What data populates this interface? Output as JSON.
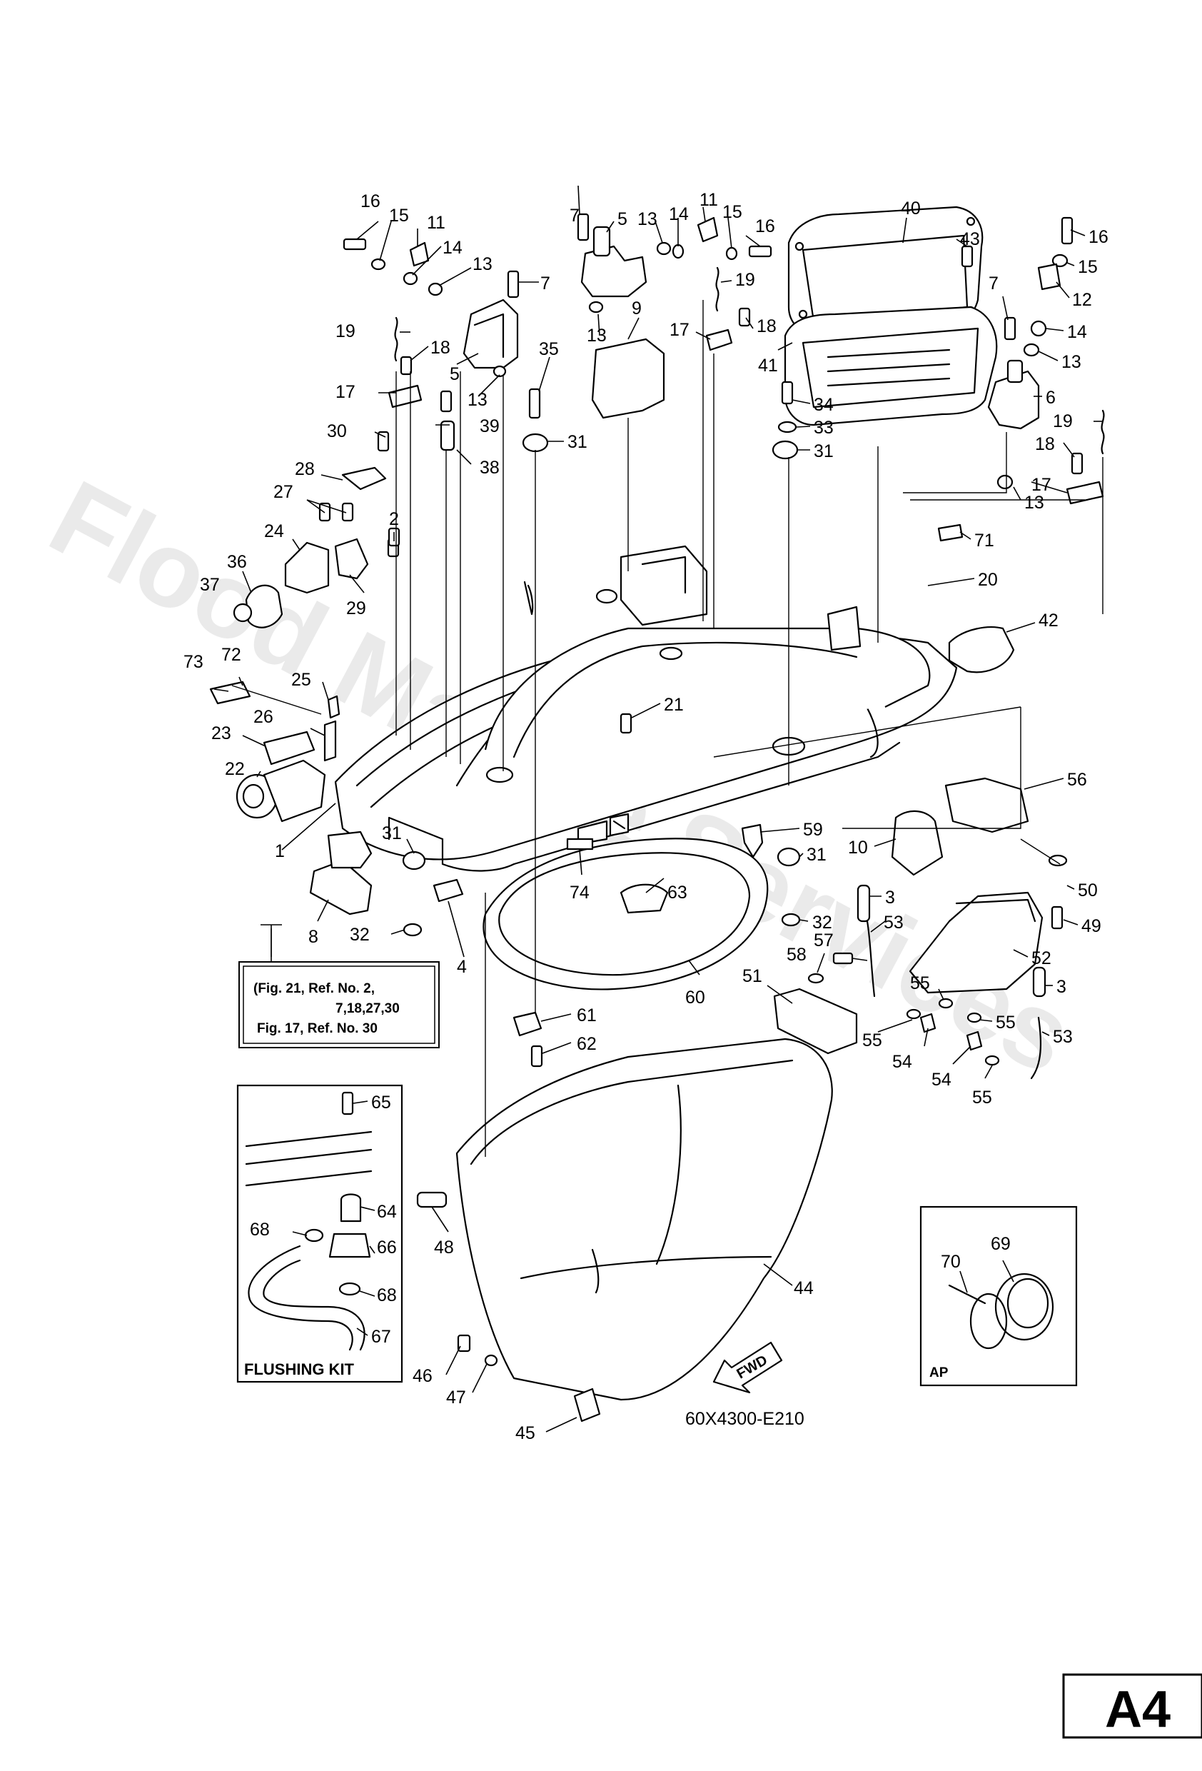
{
  "watermark": "Flood Marine Services",
  "drawing_code": "60X4300-E210",
  "page_label": "A4",
  "fwd_label": "FWD",
  "reference_box": {
    "line1": "(Fig. 21, Ref. No. 2,",
    "line2": "7,18,27,30",
    "line3": "Fig. 17, Ref. No. 30"
  },
  "flushing_kit": {
    "title": "FLUSHING KIT"
  },
  "ap_box": {
    "label": "AP"
  },
  "callouts": [
    {
      "id": "c16a",
      "text": "16"
    },
    {
      "id": "c15a",
      "text": "15"
    },
    {
      "id": "c11a",
      "text": "11"
    },
    {
      "id": "c14a",
      "text": "14"
    },
    {
      "id": "c13a",
      "text": "13"
    },
    {
      "id": "c7a",
      "text": "7"
    },
    {
      "id": "c19a",
      "text": "19"
    },
    {
      "id": "c18a",
      "text": "18"
    },
    {
      "id": "c5a",
      "text": "5"
    },
    {
      "id": "c13b",
      "text": "13"
    },
    {
      "id": "c17a",
      "text": "17"
    },
    {
      "id": "c39",
      "text": "39"
    },
    {
      "id": "c30",
      "text": "30"
    },
    {
      "id": "c38",
      "text": "38"
    },
    {
      "id": "c28",
      "text": "28"
    },
    {
      "id": "c35",
      "text": "35"
    },
    {
      "id": "c31a",
      "text": "31"
    },
    {
      "id": "c27",
      "text": "27"
    },
    {
      "id": "c2",
      "text": "2"
    },
    {
      "id": "c24",
      "text": "24"
    },
    {
      "id": "c29",
      "text": "29"
    },
    {
      "id": "c36",
      "text": "36"
    },
    {
      "id": "c37",
      "text": "37"
    },
    {
      "id": "c73",
      "text": "73"
    },
    {
      "id": "c72",
      "text": "72"
    },
    {
      "id": "c25",
      "text": "25"
    },
    {
      "id": "c26",
      "text": "26"
    },
    {
      "id": "c23",
      "text": "23"
    },
    {
      "id": "c22",
      "text": "22"
    },
    {
      "id": "c1",
      "text": "1"
    },
    {
      "id": "c31b",
      "text": "31"
    },
    {
      "id": "c8",
      "text": "8"
    },
    {
      "id": "c32a",
      "text": "32"
    },
    {
      "id": "c4",
      "text": "4"
    },
    {
      "id": "c7b",
      "text": "7"
    },
    {
      "id": "c5b",
      "text": "5"
    },
    {
      "id": "c13c",
      "text": "13"
    },
    {
      "id": "c14b",
      "text": "14"
    },
    {
      "id": "c11b",
      "text": "11"
    },
    {
      "id": "c15b",
      "text": "15"
    },
    {
      "id": "c16b",
      "text": "16"
    },
    {
      "id": "c19b",
      "text": "19"
    },
    {
      "id": "c13d",
      "text": "13"
    },
    {
      "id": "c9",
      "text": "9"
    },
    {
      "id": "c17b",
      "text": "17"
    },
    {
      "id": "c18b",
      "text": "18"
    },
    {
      "id": "c40",
      "text": "40"
    },
    {
      "id": "c43",
      "text": "43"
    },
    {
      "id": "c41",
      "text": "41"
    },
    {
      "id": "c16c",
      "text": "16"
    },
    {
      "id": "c15c",
      "text": "15"
    },
    {
      "id": "c12",
      "text": "12"
    },
    {
      "id": "c7c",
      "text": "7"
    },
    {
      "id": "c14c",
      "text": "14"
    },
    {
      "id": "c13e",
      "text": "13"
    },
    {
      "id": "c6",
      "text": "6"
    },
    {
      "id": "c19c",
      "text": "19"
    },
    {
      "id": "c18c",
      "text": "18"
    },
    {
      "id": "c17c",
      "text": "17"
    },
    {
      "id": "c13f",
      "text": "13"
    },
    {
      "id": "c34",
      "text": "34"
    },
    {
      "id": "c33",
      "text": "33"
    },
    {
      "id": "c31c",
      "text": "31"
    },
    {
      "id": "c71",
      "text": "71"
    },
    {
      "id": "c20",
      "text": "20"
    },
    {
      "id": "c42",
      "text": "42"
    },
    {
      "id": "c21",
      "text": "21"
    },
    {
      "id": "c56",
      "text": "56"
    },
    {
      "id": "c59",
      "text": "59"
    },
    {
      "id": "c10",
      "text": "10"
    },
    {
      "id": "c31d",
      "text": "31"
    },
    {
      "id": "c74",
      "text": "74"
    },
    {
      "id": "c63",
      "text": "63"
    },
    {
      "id": "c32b",
      "text": "32"
    },
    {
      "id": "c3a",
      "text": "3"
    },
    {
      "id": "c50",
      "text": "50"
    },
    {
      "id": "c49",
      "text": "49"
    },
    {
      "id": "c53a",
      "text": "53"
    },
    {
      "id": "c57",
      "text": "57"
    },
    {
      "id": "c52",
      "text": "52"
    },
    {
      "id": "c58",
      "text": "58"
    },
    {
      "id": "c51",
      "text": "51"
    },
    {
      "id": "c55a",
      "text": "55"
    },
    {
      "id": "c3b",
      "text": "3"
    },
    {
      "id": "c55b",
      "text": "55"
    },
    {
      "id": "c60",
      "text": "60"
    },
    {
      "id": "c55c",
      "text": "55"
    },
    {
      "id": "c53b",
      "text": "53"
    },
    {
      "id": "c54a",
      "text": "54"
    },
    {
      "id": "c54b",
      "text": "54"
    },
    {
      "id": "c55d",
      "text": "55"
    },
    {
      "id": "c61",
      "text": "61"
    },
    {
      "id": "c62",
      "text": "62"
    },
    {
      "id": "c65",
      "text": "65"
    },
    {
      "id": "c64",
      "text": "64"
    },
    {
      "id": "c68a",
      "text": "68"
    },
    {
      "id": "c66",
      "text": "66"
    },
    {
      "id": "c68b",
      "text": "68"
    },
    {
      "id": "c67",
      "text": "67"
    },
    {
      "id": "c48",
      "text": "48"
    },
    {
      "id": "c44",
      "text": "44"
    },
    {
      "id": "c70",
      "text": "70"
    },
    {
      "id": "c69",
      "text": "69"
    },
    {
      "id": "c46",
      "text": "46"
    },
    {
      "id": "c47",
      "text": "47"
    },
    {
      "id": "c45",
      "text": "45"
    }
  ]
}
